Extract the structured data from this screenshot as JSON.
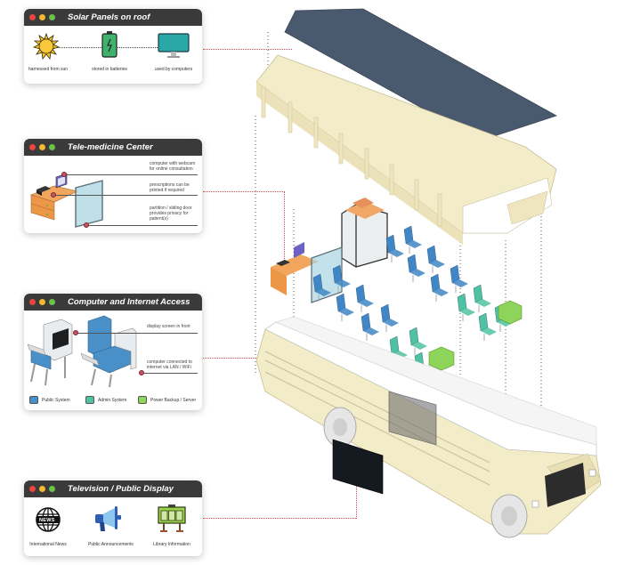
{
  "panels": {
    "solar": {
      "title": "Solar Panels on roof",
      "steps": [
        {
          "icon": "sun-icon",
          "caption": "harnessed from sun"
        },
        {
          "icon": "battery-icon",
          "caption": "stored in batteries"
        },
        {
          "icon": "monitor-icon",
          "caption": "used by computers"
        }
      ]
    },
    "telemedicine": {
      "title": "Tele-medicine Center",
      "notes": [
        "computer with webcam for online consultation",
        "prescriptions can be printed if required",
        "partition / sliding door provides privacy for patient(s)"
      ]
    },
    "computer": {
      "title": "Computer and Internet Access",
      "notes": [
        "display screen in front",
        "computer connected to internet via LAN / WiFi"
      ],
      "legend": [
        {
          "label": "Public System",
          "color": "#4a90c8"
        },
        {
          "label": "Admin System",
          "color": "#4fc3a1"
        },
        {
          "label": "Power Backup / Server",
          "color": "#8fd45a"
        }
      ]
    },
    "tv": {
      "title": "Television / Public Display",
      "items": [
        {
          "icon": "news-globe-icon",
          "caption": "International News",
          "badge": "NEWS"
        },
        {
          "icon": "megaphone-icon",
          "caption": "Public Announcements"
        },
        {
          "icon": "library-board-icon",
          "caption": "Library Information"
        }
      ]
    }
  },
  "colors": {
    "bus_body": "#f3ecc9",
    "solar_panel": "#4a5a6e",
    "public_seat": "#3f86c6",
    "admin_seat": "#4fc3a1",
    "power_box": "#8fd45a",
    "connector": "#d2464e"
  }
}
